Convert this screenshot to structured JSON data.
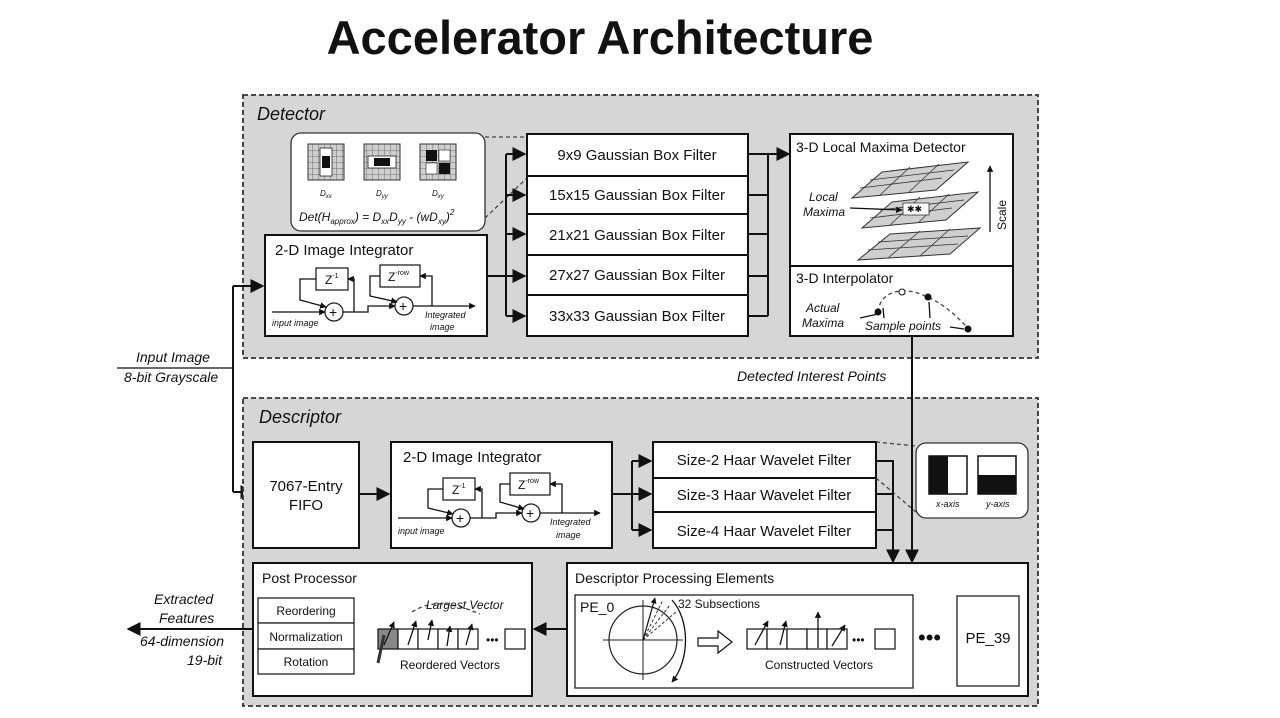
{
  "title": "Accelerator Architecture",
  "detector": {
    "label": "Detector",
    "kernels": [
      "D",
      "D",
      "D"
    ],
    "kernel_subs": [
      "xx",
      "yy",
      "xy"
    ],
    "det_formula": "Det(H",
    "det_formula_sub": "approx",
    "det_formula_rest": ") = D",
    "det_formula_sub2": "xx",
    "det_formula_mid": "D",
    "det_formula_sub3": "yy",
    "det_formula_end": " - (wD",
    "det_formula_sub4": "xy",
    "det_formula_close": ")",
    "det_formula_sup": "2",
    "integrator": {
      "title": "2-D Image Integrator",
      "z1": "Z",
      "z1_sup": "-1",
      "zrow": "Z",
      "zrow_sup": "-row",
      "input": "input image",
      "output": [
        "Integrated",
        "image"
      ]
    },
    "filters": [
      "9x9 Gaussian Box Filter",
      "15x15 Gaussian Box Filter",
      "21x21 Gaussian Box Filter",
      "27x27 Gaussian Box Filter",
      "33x33 Gaussian Box Filter"
    ],
    "maxima": {
      "title": "3-D Local Maxima Detector",
      "local": [
        "Local",
        "Maxima"
      ],
      "scale": "Scale"
    },
    "interp": {
      "title": "3-D Interpolator",
      "actual": [
        "Actual",
        "Maxima"
      ],
      "sample": "Sample points"
    }
  },
  "input_label": [
    "Input Image",
    "8-bit Grayscale"
  ],
  "detected_label": "Detected Interest Points",
  "descriptor": {
    "label": "Descriptor",
    "fifo": [
      "7067-Entry",
      "FIFO"
    ],
    "integrator": {
      "title": "2-D Image Integrator",
      "z1": "Z",
      "z1_sup": "-1",
      "zrow": "Z",
      "zrow_sup": "-row",
      "input": "input image",
      "output": [
        "Integrated",
        "image"
      ]
    },
    "haar": [
      "Size-2 Haar Wavelet Filter",
      "Size-3 Haar Wavelet Filter",
      "Size-4 Haar Wavelet Filter"
    ],
    "axes": [
      "x-axis",
      "y-axis"
    ],
    "post": {
      "title": "Post Processor",
      "steps": [
        "Reordering",
        "Normalization",
        "Rotation"
      ],
      "largest": "Largest Vector",
      "reordered": "Reordered Vectors",
      "ellipsis": "•••"
    },
    "dpe": {
      "title": "Descriptor Processing Elements",
      "pe0": "PE_0",
      "subsections": "32 Subsections",
      "constructed": "Constructed Vectors",
      "ellipsis": "•••",
      "big_dots": "•••",
      "pe39": "PE_39"
    }
  },
  "output_label": [
    "Extracted",
    "Features",
    "64-dimension",
    "19-bit"
  ]
}
